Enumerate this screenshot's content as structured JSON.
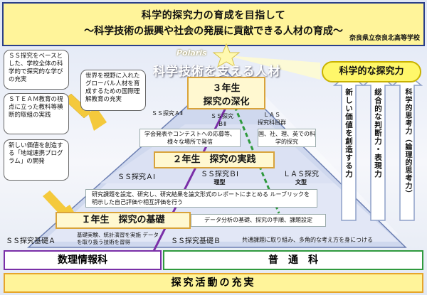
{
  "header": {
    "line1": "科学的探究力の育成を目指して",
    "line2": "～科学技術の振興や社会の発展に貢献できる人材の育成～",
    "school": "奈良県立奈良北高等学校"
  },
  "left_notes": [
    "ＳＳ探究をベースとした、学校全体の科学的で探究的な学びの充実",
    "ＳＴＥＡＭ教育の視点に立った教科等横断的取組の実践",
    "新しい価値を創造する「地域連携プログラム」の開発"
  ],
  "global_note": "世界を視野に入れたグローバル人材を育成するための国際理解教育の充実",
  "polaris": "Polaris",
  "support_title": "科学技術を支える人材",
  "science_goal": "科学的な探究力",
  "abilities": [
    "新しい価値を創造する力",
    "総合的な判断力・表現力",
    "科学的思考力（論理的思考力）"
  ],
  "grade3": {
    "grade": "３年生",
    "title": "探究の深化",
    "course_left": "ＳＳ探究ＡⅡ",
    "course_mid_1": "ＳＳ探究",
    "course_mid_2": "ＢⅡ",
    "course_right_1": "ＬＡＳ",
    "course_right_2": "探究科目群",
    "desc_left": "学会発表やコンテストへの応募等、様々な場所で発信",
    "desc_right": "国、社、理、英での科学的探究"
  },
  "grade2": {
    "label": "２年生　探究の実践",
    "course_a": "ＳＳ探究ＡⅠ",
    "course_b": "ＳＳ探究ＢⅠ",
    "course_b_sub": "理型",
    "course_las": "ＬＡＳ探究",
    "course_las_sub": "文型",
    "desc": "研究課題を設定、研究し、研究結果を論文形式のレポートにまとめる ルーブリックを明示した自己評価や相互評価を行う"
  },
  "grade1": {
    "label": "Ｉ年生　探究の基礎",
    "desc": "データ分析の基礎、探究の手順、課題設定",
    "course_a": "ＳＳ探究基礎Ａ",
    "course_a_desc": "基礎実験、統計演習を実施 データを取り扱う技術を習得",
    "course_b": "ＳＳ探究基礎Ｂ",
    "course_b_desc": "共通課題に取り組み、多角的な考え方を身につける"
  },
  "departments": {
    "left": "数理情報科",
    "right": "普　通　科"
  },
  "bottom": "探究活動の充実",
  "colors": {
    "purple": "#7a2fa8",
    "green": "#2f9a3e",
    "gold": "#e6a52a",
    "navy": "#2b3f8a"
  }
}
